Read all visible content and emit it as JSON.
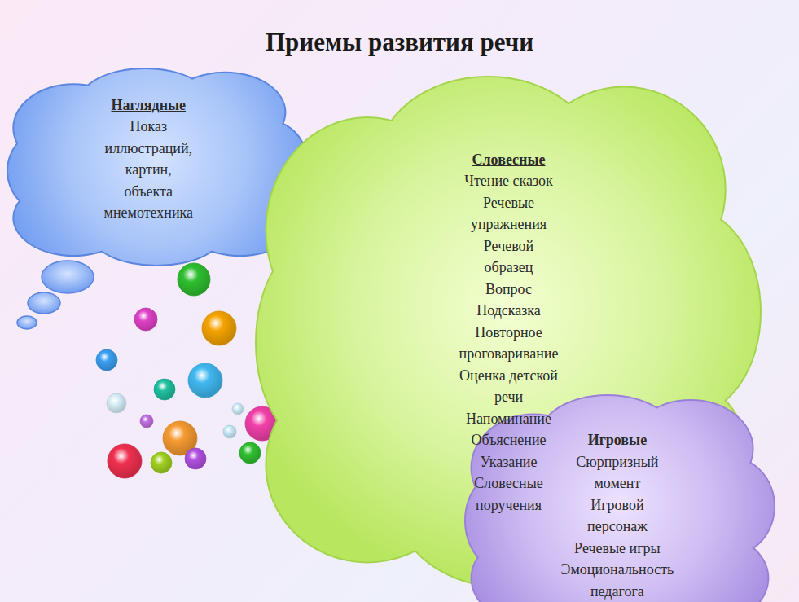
{
  "diagram": {
    "title": "Приемы развития речи",
    "nodes": [
      {
        "text": [
          "Наглядные",
          "Показ иллюстраций, картин, объекта мнемотехника"
        ]
      },
      {
        "text": [
          "Словесные",
          "Чтение сказок",
          "Речевые упражнения",
          "Речевой образец",
          "Вопрос",
          "Подсказка",
          "Повторное проговаривание",
          "Оценка детской речи",
          "Напоминание",
          "Объяснение",
          "Указание",
          "Словесные поручения"
        ]
      },
      {
        "text": [
          "Игровые",
          "Сюрпризный момент",
          "Игровой персонаж",
          "Речевые игры",
          "Эмоциональность педагога"
        ]
      }
    ]
  }
}
